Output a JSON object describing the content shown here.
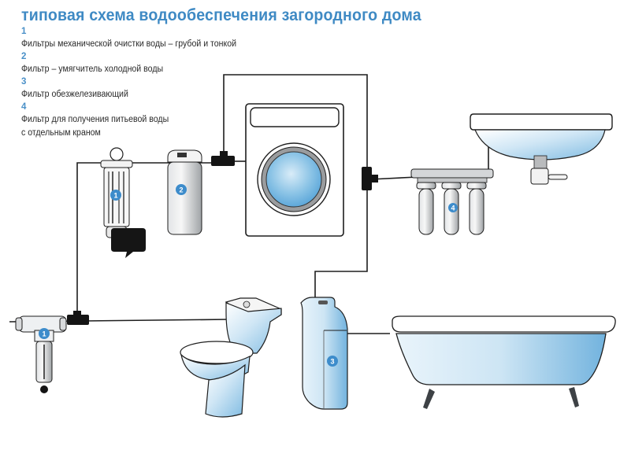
{
  "title": "типовая схема водообеспечения загородного дома",
  "legend": [
    {
      "number": "1",
      "text": [
        "Фильтры механической очистки воды – грубой и тонкой"
      ]
    },
    {
      "number": "2",
      "text": [
        "Фильтр – умягчитель холодной воды"
      ]
    },
    {
      "number": "3",
      "text": [
        "Фильтр обезжелезивающий"
      ]
    },
    {
      "number": "4",
      "text": [
        "Фильтр для получения питьевой воды",
        "с отдельным краном"
      ]
    }
  ],
  "badges": {
    "filter_coarse": "1",
    "filter_fine": "1",
    "softener": "2",
    "iron_removal": "3",
    "drinking_filter": "4"
  },
  "colors": {
    "title": "#3f8ac4",
    "badge": "#3d8ccb",
    "pipe": "#1e1e1e",
    "water_blue": "#8cc4e6",
    "fixture_blue": "#a9d3ee"
  },
  "components": [
    "inlet-coarse-filter",
    "fine-filter-with-drain",
    "softener-filter",
    "washing-machine",
    "drinking-water-filter",
    "sink",
    "toilet",
    "iron-removal-filter",
    "bathtub"
  ]
}
